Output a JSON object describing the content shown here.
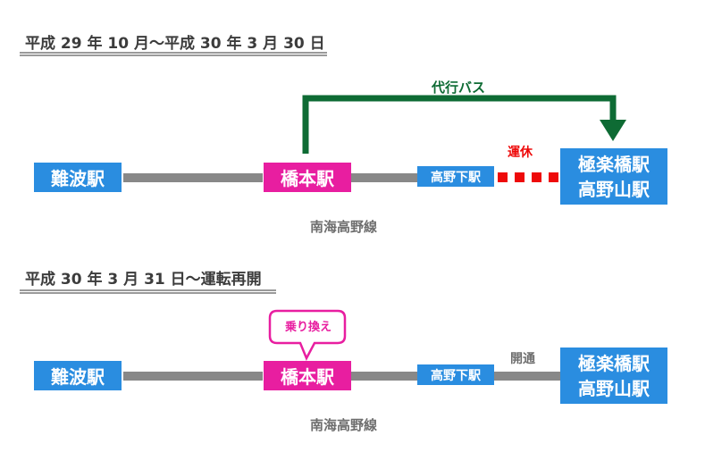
{
  "colors": {
    "station_blue": "#2a8de0",
    "transfer_pink": "#e81ea0",
    "track_gray": "#888888",
    "bus_green": "#0e6b34",
    "suspended_red": "#ee0a0a"
  },
  "sections": [
    {
      "title": "平成 29 年 10 月～平成 30 年 3 月 30 日",
      "stations": {
        "namba": "難波駅",
        "hashimoto": "橋本駅",
        "koyashita": "高野下駅",
        "gokurakubashi_line1": "極楽橋駅",
        "gokurakubashi_line2": "高野山駅"
      },
      "line_name": "南海高野線",
      "bus_label": "代行バス",
      "suspended_label": "運休"
    },
    {
      "title": "平成 30 年 3 月 31 日～運転再開",
      "stations": {
        "namba": "難波駅",
        "hashimoto": "橋本駅",
        "koyashita": "高野下駅",
        "gokurakubashi_line1": "極楽橋駅",
        "gokurakubashi_line2": "高野山駅"
      },
      "line_name": "南海高野線",
      "transfer_label": "乗り換え",
      "open_label": "開通"
    }
  ]
}
